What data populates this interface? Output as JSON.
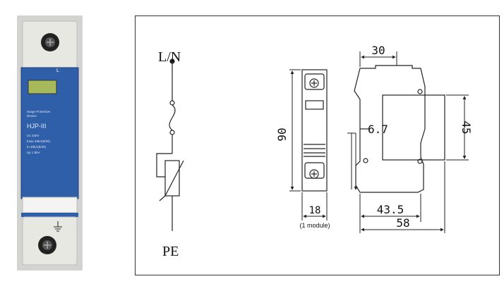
{
  "product_photo": {
    "label_lines": [
      "Surge Protective",
      "Device",
      "HJP-III",
      "Un  230V",
      "Imax  40kA(8/20)",
      "In  20kA(8/20)",
      "Up  1.5kV"
    ],
    "top_terminal_mark": "L",
    "bottom_terminal_mark": "earth",
    "colors": {
      "housing": "#e6e6e1",
      "body": "#2f5fa8",
      "window": "#a7b95a"
    }
  },
  "schematic": {
    "top_label": "L/N",
    "bottom_label": "PE"
  },
  "dimensions": {
    "height": "90",
    "module_width": "18",
    "module_note": "(1 module)",
    "top_width": "30",
    "rail_offset": "6.7",
    "cover_height": "45",
    "body_depth": "43.5",
    "total_depth": "58"
  }
}
